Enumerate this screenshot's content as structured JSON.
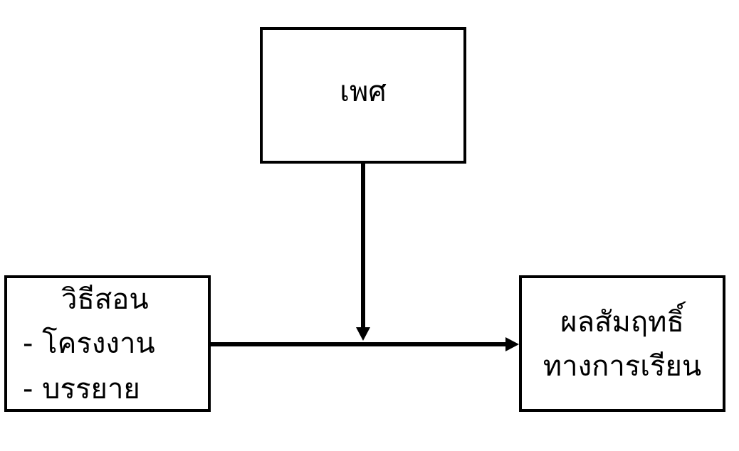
{
  "diagram": {
    "gender_box": {
      "label": "เพศ"
    },
    "method_box": {
      "title": "วิธีสอน",
      "items": [
        "- โครงงาน",
        "- บรรยาย"
      ]
    },
    "achievement_box": {
      "lines": [
        "ผลสัมฤทธิ์",
        "ทางการเรียน"
      ]
    },
    "colors": {
      "stroke": "#000000",
      "background": "#ffffff"
    }
  }
}
